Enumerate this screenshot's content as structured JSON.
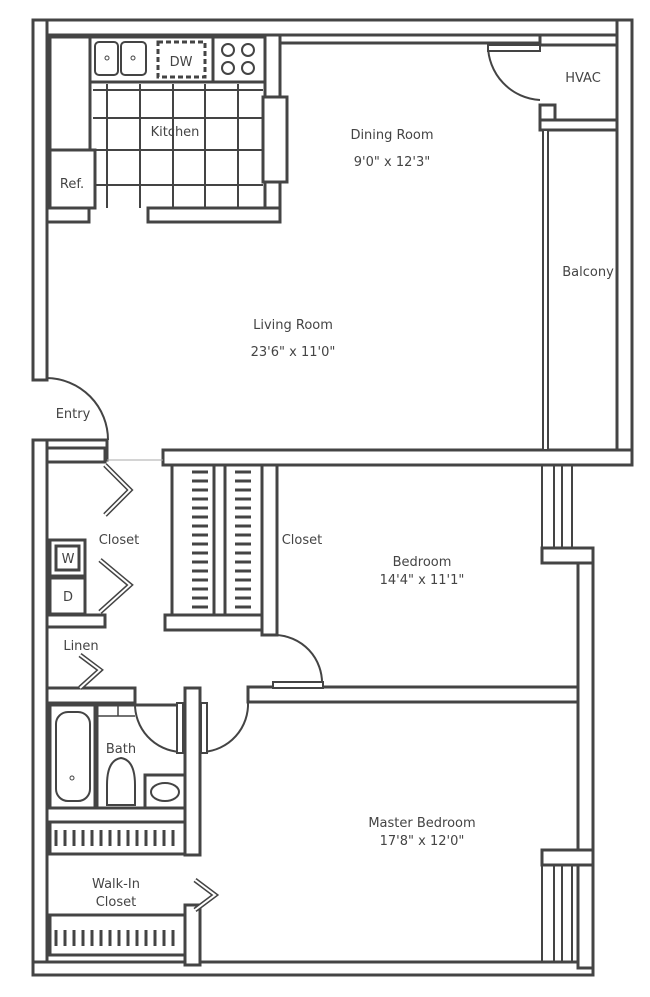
{
  "floorplan": {
    "rooms": {
      "kitchen": {
        "name": "Kitchen"
      },
      "ref": {
        "name": "Ref."
      },
      "dw": {
        "name": "DW"
      },
      "dining": {
        "name": "Dining Room",
        "size": "9'0\" x 12'3\""
      },
      "hvac": {
        "name": "HVAC"
      },
      "balcony": {
        "name": "Balcony"
      },
      "living": {
        "name": "Living Room",
        "size": "23'6\" x 11'0\""
      },
      "entry": {
        "name": "Entry"
      },
      "closet_left": {
        "name": "Closet"
      },
      "washer": {
        "name": "W"
      },
      "dryer": {
        "name": "D"
      },
      "closet_center": {
        "name": "Closet"
      },
      "bedroom": {
        "name": "Bedroom",
        "size": "14'4\" x 11'1\""
      },
      "linen": {
        "name": "Linen"
      },
      "bath": {
        "name": "Bath"
      },
      "master": {
        "name": "Master Bedroom",
        "size": "17'8\" x 12'0\""
      },
      "walkin": {
        "name": "Walk-In",
        "name2": "Closet"
      }
    },
    "colors": {
      "wall": "#444444",
      "background": "#ffffff"
    }
  }
}
